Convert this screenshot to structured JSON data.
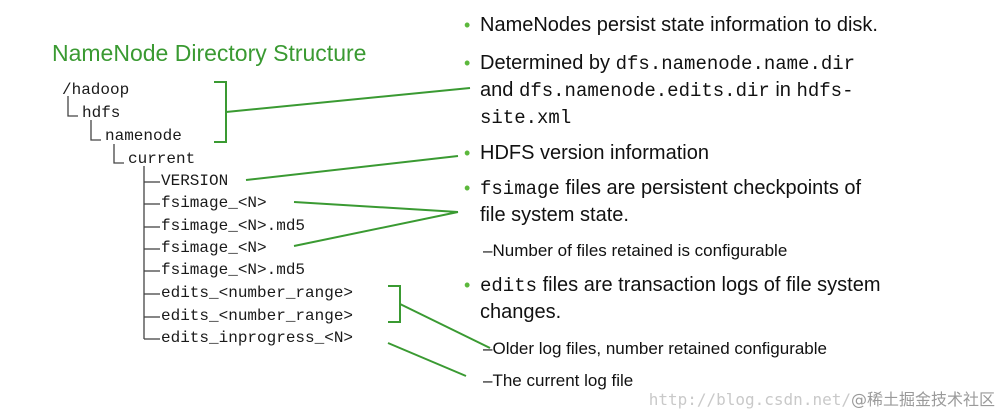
{
  "title": "NameNode Directory Structure",
  "tree": {
    "hadoop": "/hadoop",
    "hdfs": "hdfs",
    "namenode": "namenode",
    "current": "current",
    "files": [
      "VERSION",
      "fsimage_<N>",
      "fsimage_<N>.md5",
      "fsimage_<N>",
      "fsimage_<N>.md5",
      "edits_<number_range>",
      "edits_<number_range>",
      "edits_inprogress_<N>"
    ]
  },
  "bullets": {
    "persist": "NameNodes persist state information to disk.",
    "determined": {
      "prefix": "Determined by ",
      "prop1": "dfs.namenode.name.dir",
      "and": "and ",
      "prop2": "dfs.namenode.edits.dir",
      "in": " in ",
      "file1": "hdfs-",
      "file2": "site.xml"
    },
    "version": "HDFS version information",
    "fsimage": {
      "code": "fsimage",
      "rest1": " files are persistent checkpoints of",
      "rest2": "file system state."
    },
    "fsimage_sub": "Number of files retained is configurable",
    "edits": {
      "code": "edits",
      "rest1": " files are transaction logs of file system",
      "rest2": "changes."
    },
    "edits_sub1": "Older log files, number retained configurable",
    "edits_sub2": "The current log file"
  },
  "watermark": {
    "url": "http://blog.csdn.net/",
    "brand": "@稀土掘金技术社区"
  },
  "colors": {
    "accent": "#3a9a32",
    "bullet": "#5cb83c",
    "connector": "#3a9a32",
    "text": "#111111"
  }
}
